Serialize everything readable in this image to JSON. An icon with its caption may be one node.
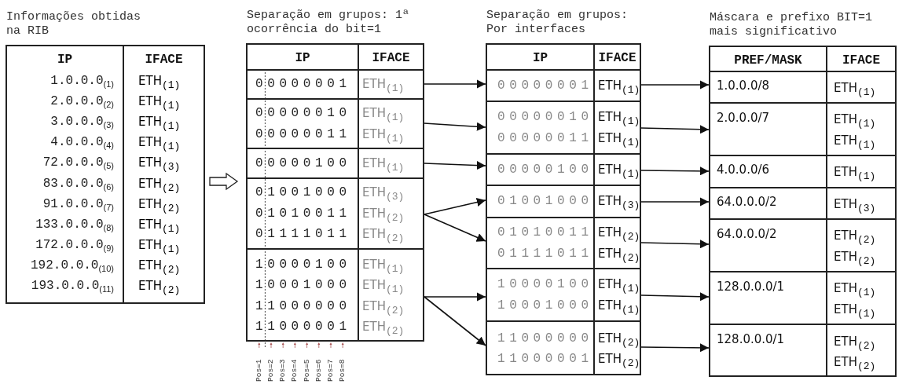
{
  "diagram": {
    "nodes": [
      {
        "text": [
          "Informações obtidas na RIB",
          "IP",
          "IFACE",
          "1.0.0.0$_{(1)}$",
          "ETH$_{(1)}$",
          "2.0.0.0$_{(2)}$",
          "ETH$_{(1)}$",
          "3.0.0.0$_{(3)}$",
          "ETH$_{(1)}$",
          "4.0.0.0$_{(4)}$",
          "ETH$_{(1)}$",
          "72.0.0.0$_{(5)}$",
          "ETH$_{(3)}$",
          "83.0.0.0$_{(6)}$",
          "ETH$_{(2)}$",
          "91.0.0.0$_{(7)}$",
          "ETH$_{(2)}$",
          "133.0.0.0$_{(8)}$",
          "ETH$_{(1)}$",
          "172.0.0.0$_{(9)}$",
          "ETH$_{(1)}$",
          "192.0.0.0$_{(10)}$",
          "ETH$_{(2)}$",
          "193.0.0.0$_{(11)}$",
          "ETH$_{(2)}$"
        ]
      },
      {
        "text": [
          "Separação em grupos: 1ª ocorrência do bit=1",
          "IP",
          "IFACE"
        ]
      },
      {
        "text": [
          "00000001",
          "ETH$_{(1)}$"
        ],
        "in": 1
      },
      {
        "text": [
          "00000010",
          "ETH$_{(1)}$",
          "00000011",
          "ETH$_{(1)}$"
        ],
        "in": 1
      },
      {
        "text": [
          "00000100",
          "ETH$_{(1)}$"
        ],
        "in": 1
      },
      {
        "text": [
          "01001000",
          "ETH$_{(3)}$",
          "01010011",
          "ETH$_{(2)}$",
          "01111011",
          "ETH$_{(2)}$"
        ],
        "in": 1
      },
      {
        "text": [
          "10000100",
          "ETH$_{(1)}$",
          "10001000",
          "ETH$_{(1)}$",
          "11000000",
          "ETH$_{(2)}$",
          "11000001",
          "ETH$_{(2)}$"
        ],
        "in": 1
      },
      {
        "text": [
          "Separação em grupos: Por interfaces",
          "IP",
          "IFACE"
        ]
      },
      {
        "text": [
          "00000001",
          "ETH$_{(1)}$"
        ],
        "in": 7
      },
      {
        "text": [
          "00000010",
          "ETH$_{(1)}$",
          "00000011",
          "ETH$_{(1)}$"
        ],
        "in": 7
      },
      {
        "text": [
          "00000100",
          "ETH$_{(1)}$"
        ],
        "in": 7
      },
      {
        "text": [
          "01001000",
          "ETH$_{(3)}$"
        ],
        "in": 7
      },
      {
        "text": [
          "01010011",
          "ETH$_{(2)}$",
          "01111011",
          "ETH$_{(2)}$"
        ],
        "in": 7
      },
      {
        "text": [
          "10000100",
          "ETH$_{(1)}$",
          "10001000",
          "ETH$_{(1)}$"
        ],
        "in": 7
      },
      {
        "text": [
          "11000000",
          "ETH$_{(2)}$",
          "11000001",
          "ETH$_{(2)}$"
        ],
        "in": 7
      },
      {
        "text": [
          "Máscara e prefixo BIT=1 mais significativo",
          "PREF/MASK",
          "IFACE"
        ]
      },
      {
        "text": [
          "1.0.0.0/8",
          "ETH$_{(1)}$"
        ],
        "in": 15
      },
      {
        "text": [
          "2.0.0.0/7",
          "ETH$_{(1)}$",
          "ETH$_{(1)}$"
        ],
        "in": 15
      },
      {
        "text": [
          "4.0.0.0/6",
          "ETH$_{(1)}$"
        ],
        "in": 15
      },
      {
        "text": [
          "64.0.0.0/2",
          "ETH$_{(3)}$"
        ],
        "in": 15
      },
      {
        "text": [
          "64.0.0.0/2",
          "ETH$_{(2)}$",
          "ETH$_{(2)}$"
        ],
        "in": 15
      },
      {
        "text": [
          "128.0.0.0/1",
          "ETH$_{(1)}$",
          "ETH$_{(1)}$"
        ],
        "in": 15
      },
      {
        "text": [
          "128.0.0.0/1",
          "ETH$_{(2)}$",
          "ETH$_{(2)}$"
        ],
        "in": 15
      }
    ],
    "edges": [
      {
        "from": 0,
        "to": 1,
        "arrow": "to",
        "style": "thick"
      },
      {
        "from": 2,
        "to": 8,
        "arrow": "to"
      },
      {
        "from": 3,
        "to": 9,
        "arrow": "to"
      },
      {
        "from": 4,
        "to": 10,
        "arrow": "to"
      },
      {
        "from": 5,
        "to": 11,
        "arrow": "to"
      },
      {
        "from": 5,
        "to": 12,
        "arrow": "to"
      },
      {
        "from": 6,
        "to": 13,
        "arrow": "to"
      },
      {
        "from": 6,
        "to": 14,
        "arrow": "to"
      },
      {
        "from": 8,
        "to": 16,
        "arrow": "to"
      },
      {
        "from": 9,
        "to": 17,
        "arrow": "to"
      },
      {
        "from": 10,
        "to": 18,
        "arrow": "to"
      },
      {
        "from": 11,
        "to": 19,
        "arrow": "to"
      },
      {
        "from": 12,
        "to": 20,
        "arrow": "to"
      },
      {
        "from": 13,
        "to": 21,
        "arrow": "to"
      },
      {
        "from": 14,
        "to": 22,
        "arrow": "to"
      }
    ],
    "labels": [
      "Pos=1",
      "Pos=2",
      "Pos=3",
      "Pos=4",
      "Pos=5",
      "Pos=6",
      "Pos=7",
      "Pos=8"
    ]
  }
}
